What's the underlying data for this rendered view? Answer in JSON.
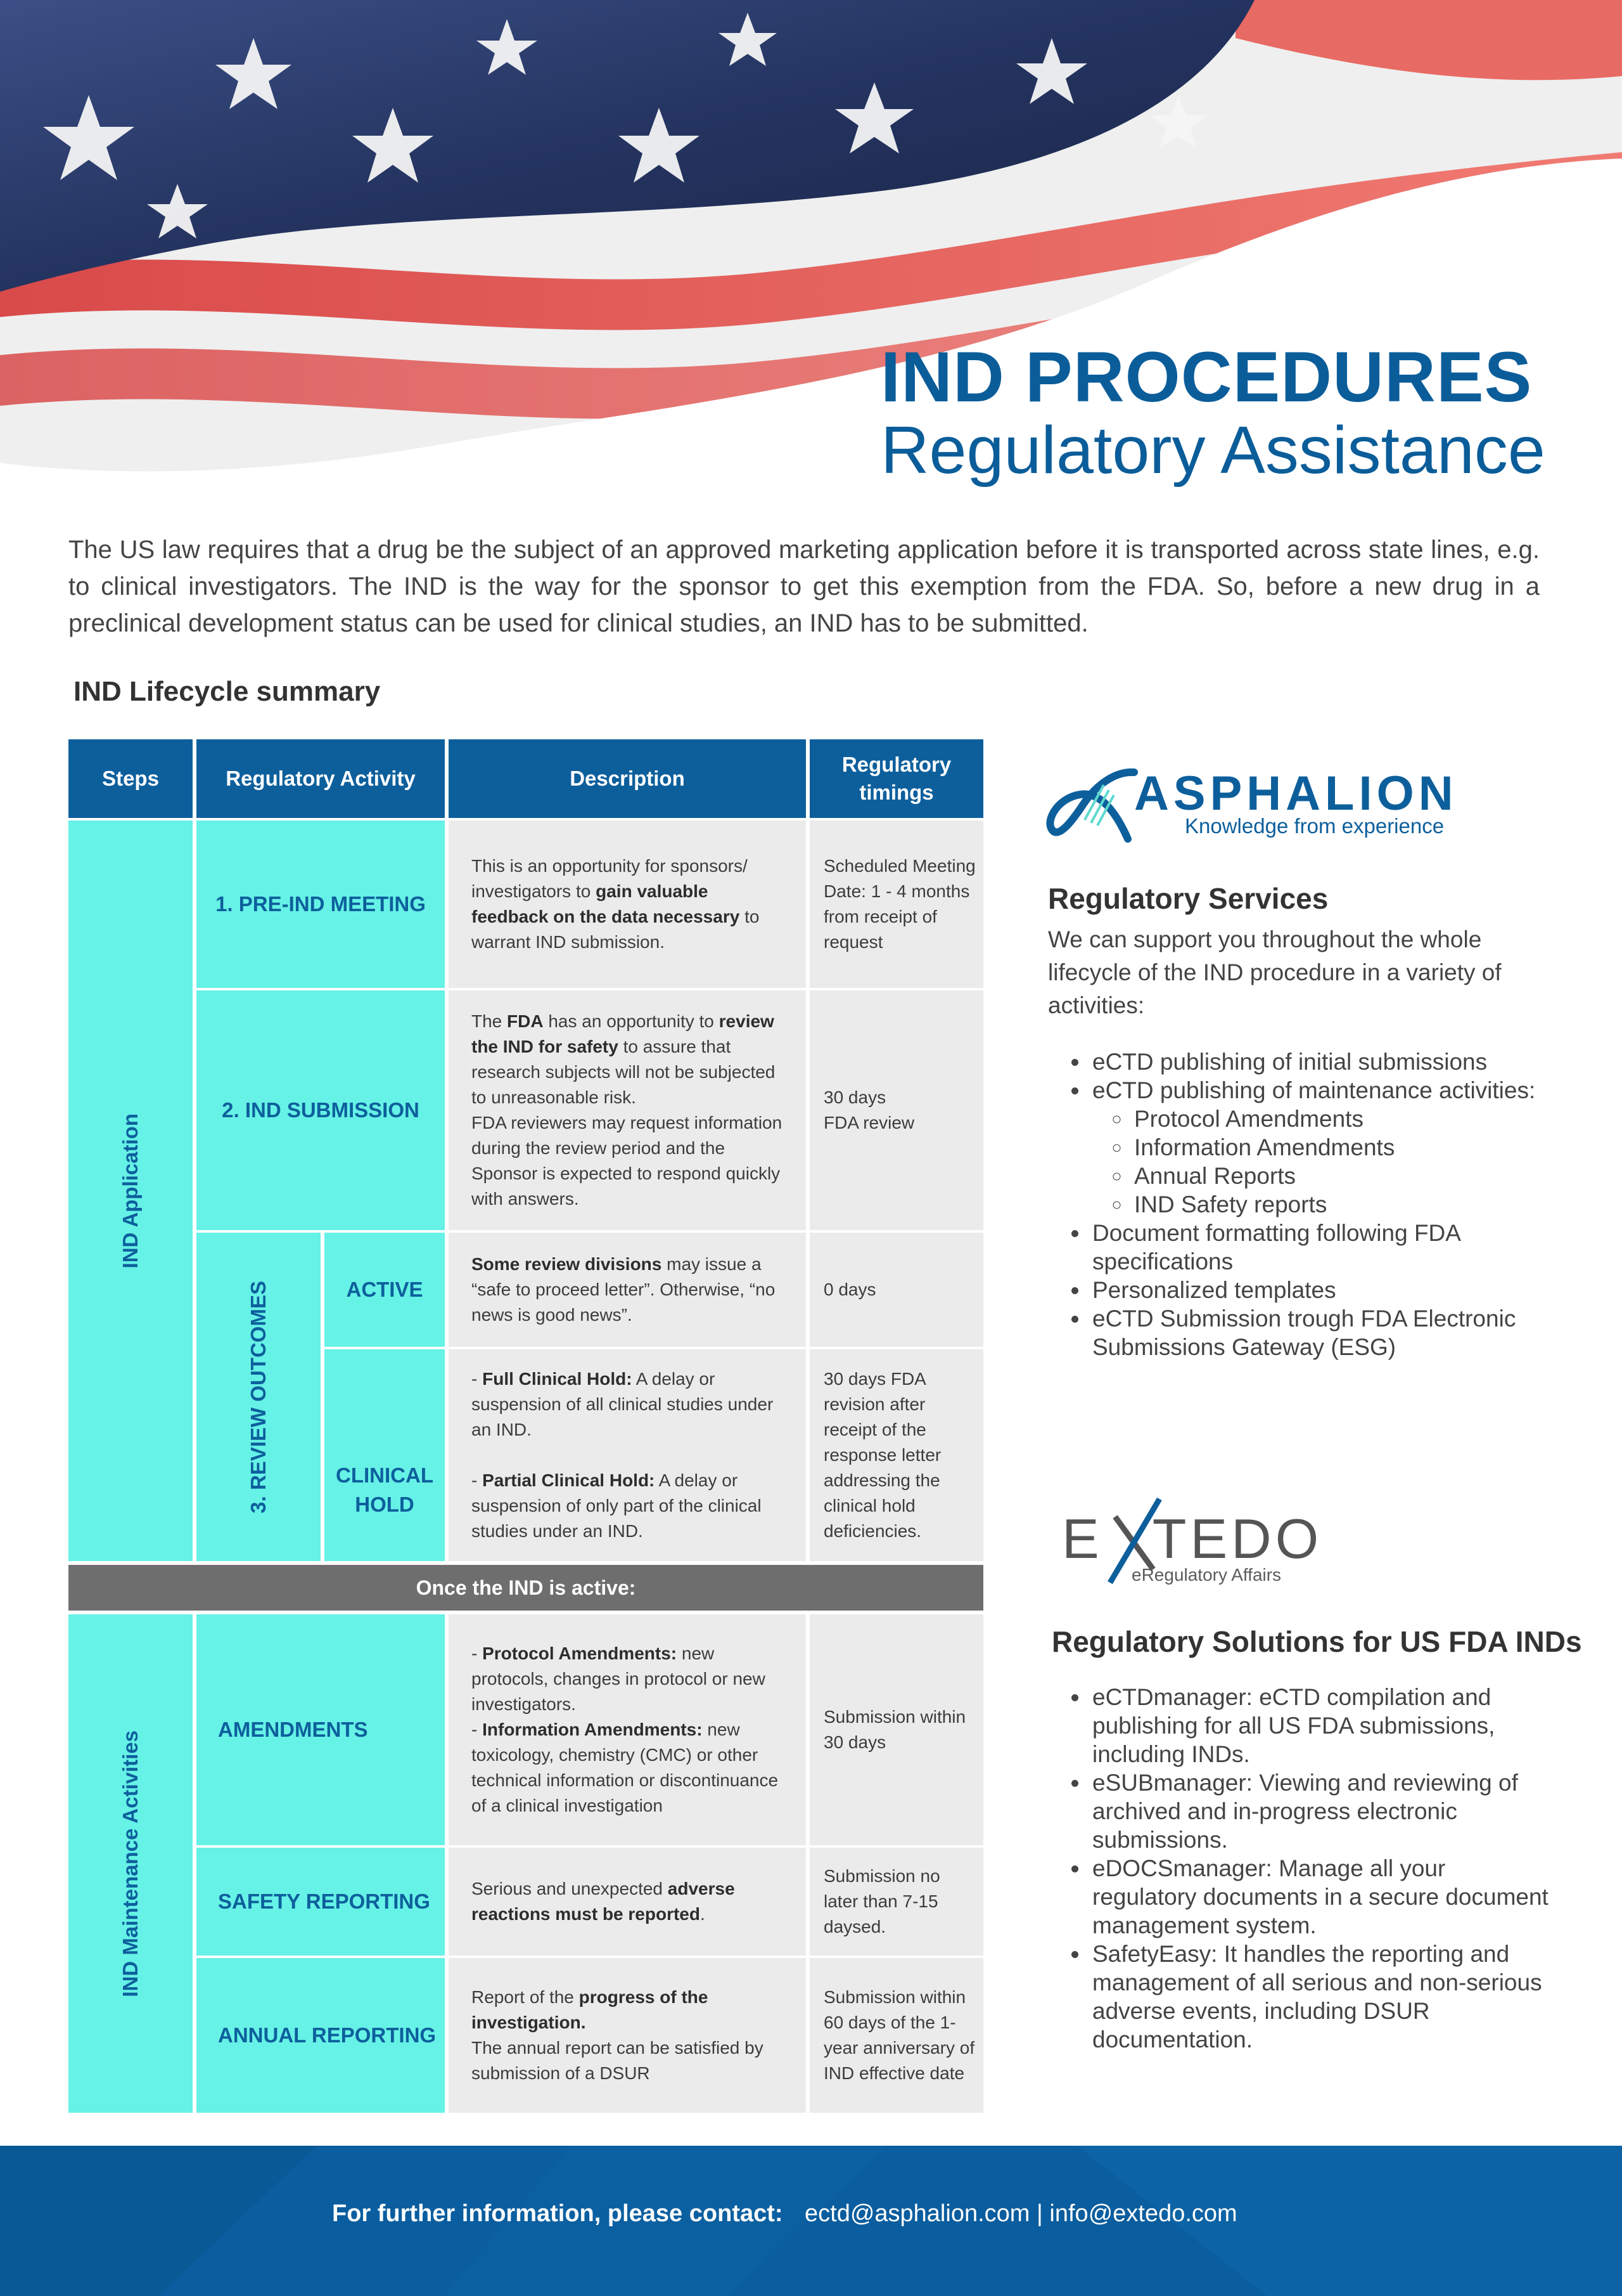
{
  "header": {
    "title_line1": "IND PROCEDURES",
    "title_line2": "Regulatory Assistance"
  },
  "intro": "The US law requires that a drug be the subject of an approved marketing application before it is transported across state lines, e.g. to clinical investigators. The IND is the way for the sponsor to get this exemption from the FDA. So, before a new drug in a preclinical development status can be used for clinical studies, an IND has to be submitted.",
  "lifecycle_heading": "IND Lifecycle summary",
  "table": {
    "headers": {
      "steps": "Steps",
      "activity": "Regulatory Activity",
      "description": "Description",
      "timings_1": "Regulatory",
      "timings_2": "timings"
    },
    "group_application": "IND Application",
    "group_review": "3. REVIEW OUTCOMES",
    "group_maintenance": "IND Maintenance Activities",
    "separator": "Once the IND is active:",
    "rows": {
      "pre_ind": {
        "activity": "1. PRE-IND MEETING",
        "d1": "This is an opportunity for sponsors/ investigators to ",
        "d2": "gain valuable feedback on the data necessary",
        "d3": " to warrant IND submission.",
        "timing": "Scheduled Meeting Date: 1 - 4 months from receipt of request"
      },
      "submission": {
        "activity": "2. IND SUBMISSION",
        "d1": "The ",
        "d2": "FDA",
        "d3": " has an opportunity to ",
        "d4": "review the IND for safety",
        "d5": " to assure that research subjects will not be subjected to unreasonable risk.",
        "d6": "FDA reviewers may request information during the review period and the Sponsor is expected to respond quickly with answers.",
        "timing_1": "30 days",
        "timing_2": "FDA review"
      },
      "active": {
        "activity": "ACTIVE",
        "d1": "Some review divisions",
        "d2": " may issue a “safe to proceed letter”. Otherwise, “no news is good news”.",
        "timing": "0 days"
      },
      "clinical_hold": {
        "activity_1": "CLINICAL",
        "activity_2": "HOLD",
        "d1": "- ",
        "d2": "Full Clinical Hold:",
        "d3": " A delay or suspension of all clinical studies under an IND.",
        "d4": "- ",
        "d5": "Partial Clinical Hold:",
        "d6": " A delay or suspension of only part of the clinical studies under an IND.",
        "timing": "30 days FDA revision after receipt of the response letter addressing the clinical hold deficiencies."
      },
      "amendments": {
        "activity": "AMENDMENTS",
        "d1": "- ",
        "d2": "Protocol Amendments:",
        "d3": " new protocols, changes in protocol or new investigators.",
        "d4": "- ",
        "d5": "Information Amendments:",
        "d6": " new toxicology, chemistry (CMC) or other technical information or discontinuance of a clinical investigation",
        "timing": "Submission within 30 days"
      },
      "safety": {
        "activity": "SAFETY REPORTING",
        "d1": "Serious and unexpected ",
        "d2": "adverse reactions must be reported",
        "d3": ".",
        "timing": "Submission no later than 7-15 daysed."
      },
      "annual": {
        "activity": "ANNUAL REPORTING",
        "d1": "Report of the ",
        "d2": "progress of the investigation.",
        "d3": "The annual report can be satisfied by submission of a DSUR",
        "timing": "Submission within 60 days of the 1-year anniversary of IND effective date"
      }
    }
  },
  "asphalion": {
    "logo_name": "ASPHALION",
    "logo_tagline": "Knowledge from experience",
    "heading": "Regulatory Services",
    "intro": "We can support you throughout the whole lifecycle of the IND procedure in a variety of activities:",
    "items": [
      "eCTD publishing of initial submissions",
      "eCTD publishing of maintenance activities:",
      "Document formatting following FDA specifications",
      "Personalized templates",
      "eCTD Submission trough FDA Electronic Submissions Gateway (ESG)"
    ],
    "sub_items": [
      "Protocol Amendments",
      "Information Amendments",
      "Annual Reports",
      "IND Safety reports"
    ]
  },
  "extedo": {
    "logo_left": "E",
    "logo_right": "TEDO",
    "logo_tagline": "eRegulatory Affairs",
    "heading": "Regulatory Solutions for US FDA INDs",
    "items": [
      "eCTDmanager: eCTD compilation and publishing for all US FDA submissions, including INDs.",
      "eSUBmanager: Viewing and reviewing of archived and in-progress electronic submissions.",
      "eDOCSmanager: Manage all your regulatory documents in a secure document management system.",
      "SafetyEasy: It handles the reporting and management of all serious and non-serious adverse events, including DSUR documentation."
    ]
  },
  "footer": {
    "label": "For further information, please contact:",
    "emails": "ectd@asphalion.com | info@extedo.com"
  },
  "colors": {
    "brand_blue": "#0d5f9c",
    "aqua": "#66f2e6",
    "cell_grey": "#ebebeb",
    "separator_grey": "#6e6e6e"
  }
}
